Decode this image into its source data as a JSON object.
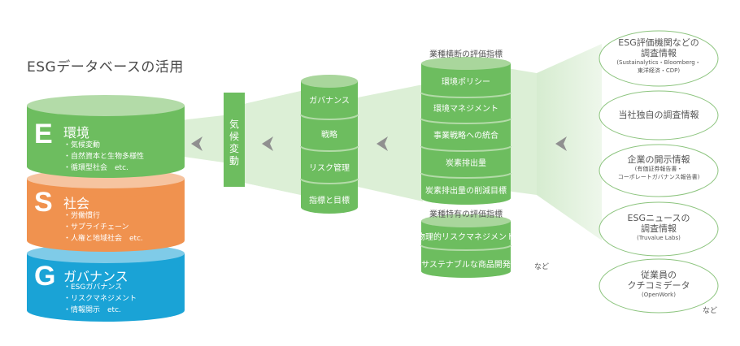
{
  "title": "ESGデータベースの活用",
  "colors": {
    "green": "#6dbd5f",
    "green_light": "#b3dba8",
    "green_top": "#a9d69c",
    "orange": "#f0924f",
    "orange_light": "#f6c4a0",
    "blue": "#1aa3d6",
    "blue_light": "#7fcbe8",
    "funnel": "#dcefd6",
    "arrow": "#909090",
    "ellipse_stroke": "#8cc47e"
  },
  "esg": [
    {
      "letter": "E",
      "heading": "環境",
      "items": [
        "・気候変動",
        "・自然資本と生物多様性",
        "・循環型社会　etc."
      ]
    },
    {
      "letter": "S",
      "heading": "社会",
      "items": [
        "・労働慣行",
        "・サプライチェーン",
        "・人権と地域社会　etc."
      ]
    },
    {
      "letter": "G",
      "heading": "ガバナンス",
      "items": [
        "・ESGガバナンス",
        "・リスクマネジメント",
        "・情報開示　etc."
      ]
    }
  ],
  "climate_box": {
    "label": "気候変動",
    "chars": [
      "気",
      "候",
      "変",
      "動"
    ]
  },
  "tcfd_cylinder": {
    "rows": [
      "ガバナンス",
      "戦略",
      "リスク管理",
      "指標と目標"
    ]
  },
  "cross_industry": {
    "heading": "業種横断の評価指標",
    "rows": [
      "環境ポリシー",
      "環境マネジメント",
      "事業戦略への統合",
      "炭素排出量",
      "炭素排出量の削減目標"
    ]
  },
  "industry_specific": {
    "heading": "業種特有の評価指標",
    "rows": [
      "物理的リスクマネジメント",
      "サステナブルな商品開発"
    ],
    "etc": "など"
  },
  "sources": [
    {
      "lines": [
        "ESG評価機関などの",
        "調査情報"
      ],
      "sub": [
        "(Sustainalytics・Bloomberg・",
        "東洋経済・CDP)"
      ]
    },
    {
      "lines": [
        "当社独自の調査情報"
      ],
      "sub": []
    },
    {
      "lines": [
        "企業の開示情報"
      ],
      "sub": [
        "(有価証券報告書・",
        "コーポレートガバナンス報告書)"
      ]
    },
    {
      "lines": [
        "ESGニュースの",
        "調査情報"
      ],
      "sub": [
        "(Truvalue Labs)"
      ]
    },
    {
      "lines": [
        "従業員の",
        "クチコミデータ"
      ],
      "sub": [
        "(OpenWork)"
      ]
    }
  ],
  "sources_etc": "など"
}
